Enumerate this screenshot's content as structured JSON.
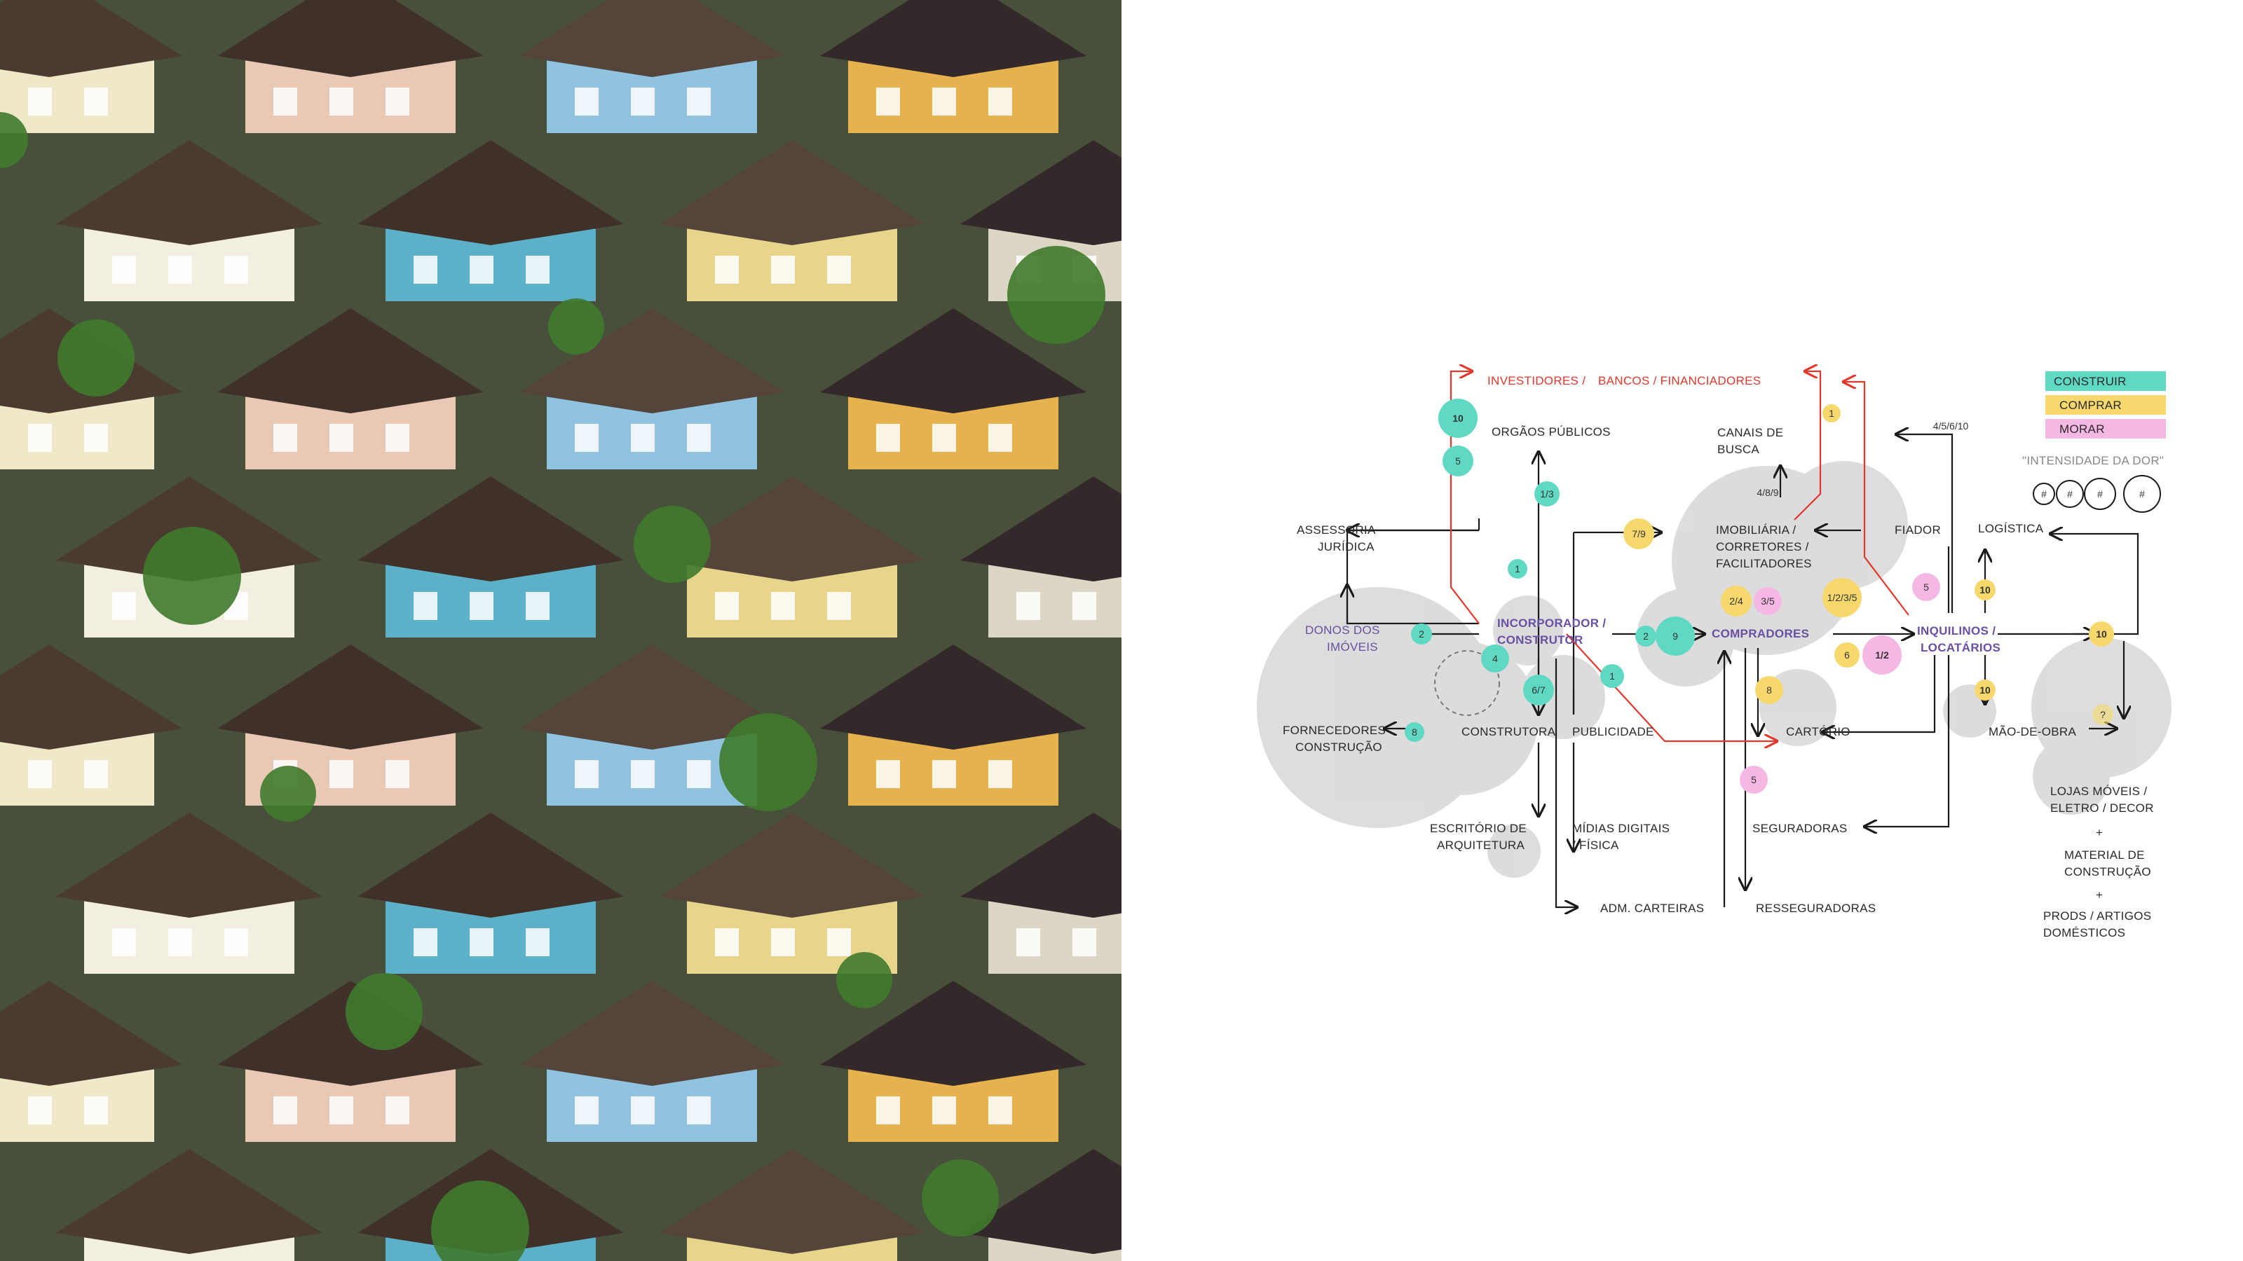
{
  "colors": {
    "construir": "#5fd9c3",
    "comprar": "#f6d86c",
    "morar": "#f5b7e3",
    "bubble": "#d7d7d7",
    "arrow": "#1a1a1a",
    "red": "#e2382c",
    "purple": "#6a4fa3"
  },
  "photo": {
    "subject": "aerial view of suburban houses with tiled roofs"
  },
  "legend": {
    "construir": "CONSTRUIR",
    "comprar": "COMPRAR",
    "morar": "MORAR",
    "intensity_title": "\"INTENSIDADE DA DOR\"",
    "intensity_symbol": "#"
  },
  "nodes": {
    "investidores": "INVESTIDORES /",
    "bancos": "BANCOS / FINANCIADORES",
    "orgaos": "ORGÃOS PÚBLICOS",
    "canais_1": "CANAIS DE",
    "canais_2": "BUSCA",
    "assessoria_1": "ASSESSORIA",
    "assessoria_2": "JURÍDICA",
    "imobiliaria_1": "IMOBILIÁRIA /",
    "imobiliaria_2": "CORRETORES /",
    "imobiliaria_3": "FACILITADORES",
    "fiador": "FIADOR",
    "logistica": "LOGÍSTICA",
    "donos_1": "DONOS DOS",
    "donos_2": "IMÓVEIS",
    "incorporador_1": "INCORPORADOR /",
    "incorporador_2": "CONSTRUTOR",
    "compradores": "COMPRADORES",
    "inquilinos_1": "INQUILINOS /",
    "inquilinos_2": "LOCATÁRIOS",
    "fornecedores_1": "FORNECEDORES",
    "fornecedores_2": "CONSTRUÇÃO",
    "construtora": "CONSTRUTORA",
    "publicidade": "PUBLICIDADE",
    "cartorio": "CARTÓRIO",
    "mao_de_obra": "MÃO-DE-OBRA",
    "escritorio_1": "ESCRITÓRIO DE",
    "escritorio_2": "ARQUITETURA",
    "midias_1": "MÍDIAS DIGITAIS",
    "midias_2": "/ FÍSICA",
    "seguradoras": "SEGURADORAS",
    "lojas_1": "LOJAS MÓVEIS /",
    "lojas_2": "ELETRO / DECOR",
    "plus": "+",
    "material_1": "MATERIAL DE",
    "material_2": "CONSTRUÇÃO",
    "prods_1": "PRODS / ARTIGOS",
    "prods_2": "DOMÉSTICOS",
    "adm": "ADM. CARTEIRAS",
    "resseguradoras": "RESSEGURADORAS"
  },
  "badges": {
    "b10_top": "10",
    "b5_left": "5",
    "b13": "1/3",
    "b1_inc": "1",
    "b79": "7/9",
    "b1_top": "1",
    "b4_5_6_10": "4/5/6/10",
    "b4_8_9": "4/8/9",
    "b24": "2/4",
    "b35": "3/5",
    "b1235": "1/2/3/5",
    "b5_fiador": "5",
    "b10_log": "10",
    "b2_donos": "2",
    "b4_inc": "4",
    "b2_comp": "2",
    "b9": "9",
    "b1_red": "1",
    "b6_inq": "6",
    "b12": "1/2",
    "b10_right": "10",
    "b67": "6/7",
    "b8_forn": "8",
    "b8_cart": "8",
    "b10_mao": "10",
    "bq": "?",
    "b5_seg": "5"
  }
}
